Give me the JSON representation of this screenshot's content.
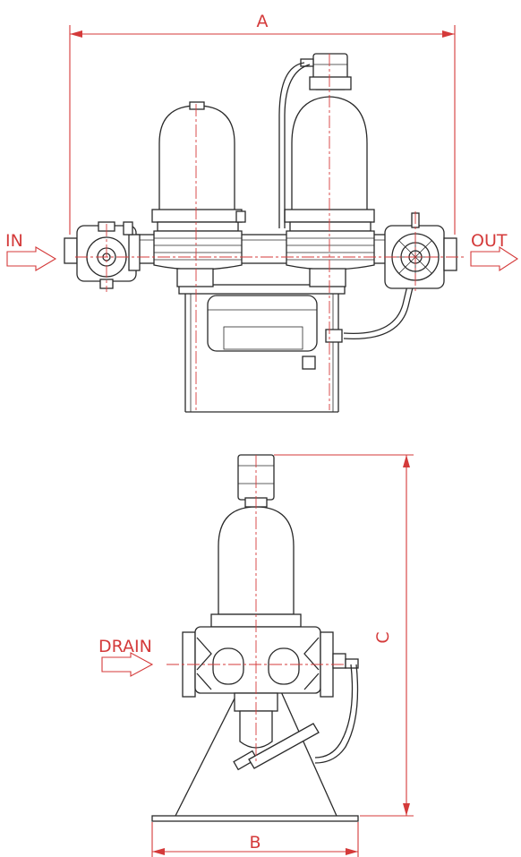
{
  "labels": {
    "dim_a": "A",
    "dim_b": "B",
    "dim_c": "C",
    "inlet": "IN",
    "outlet": "OUT",
    "drain": "DRAIN"
  },
  "colors": {
    "dimension": "#d43a3a",
    "outline": "#2a2a2a",
    "background": "#ffffff"
  }
}
